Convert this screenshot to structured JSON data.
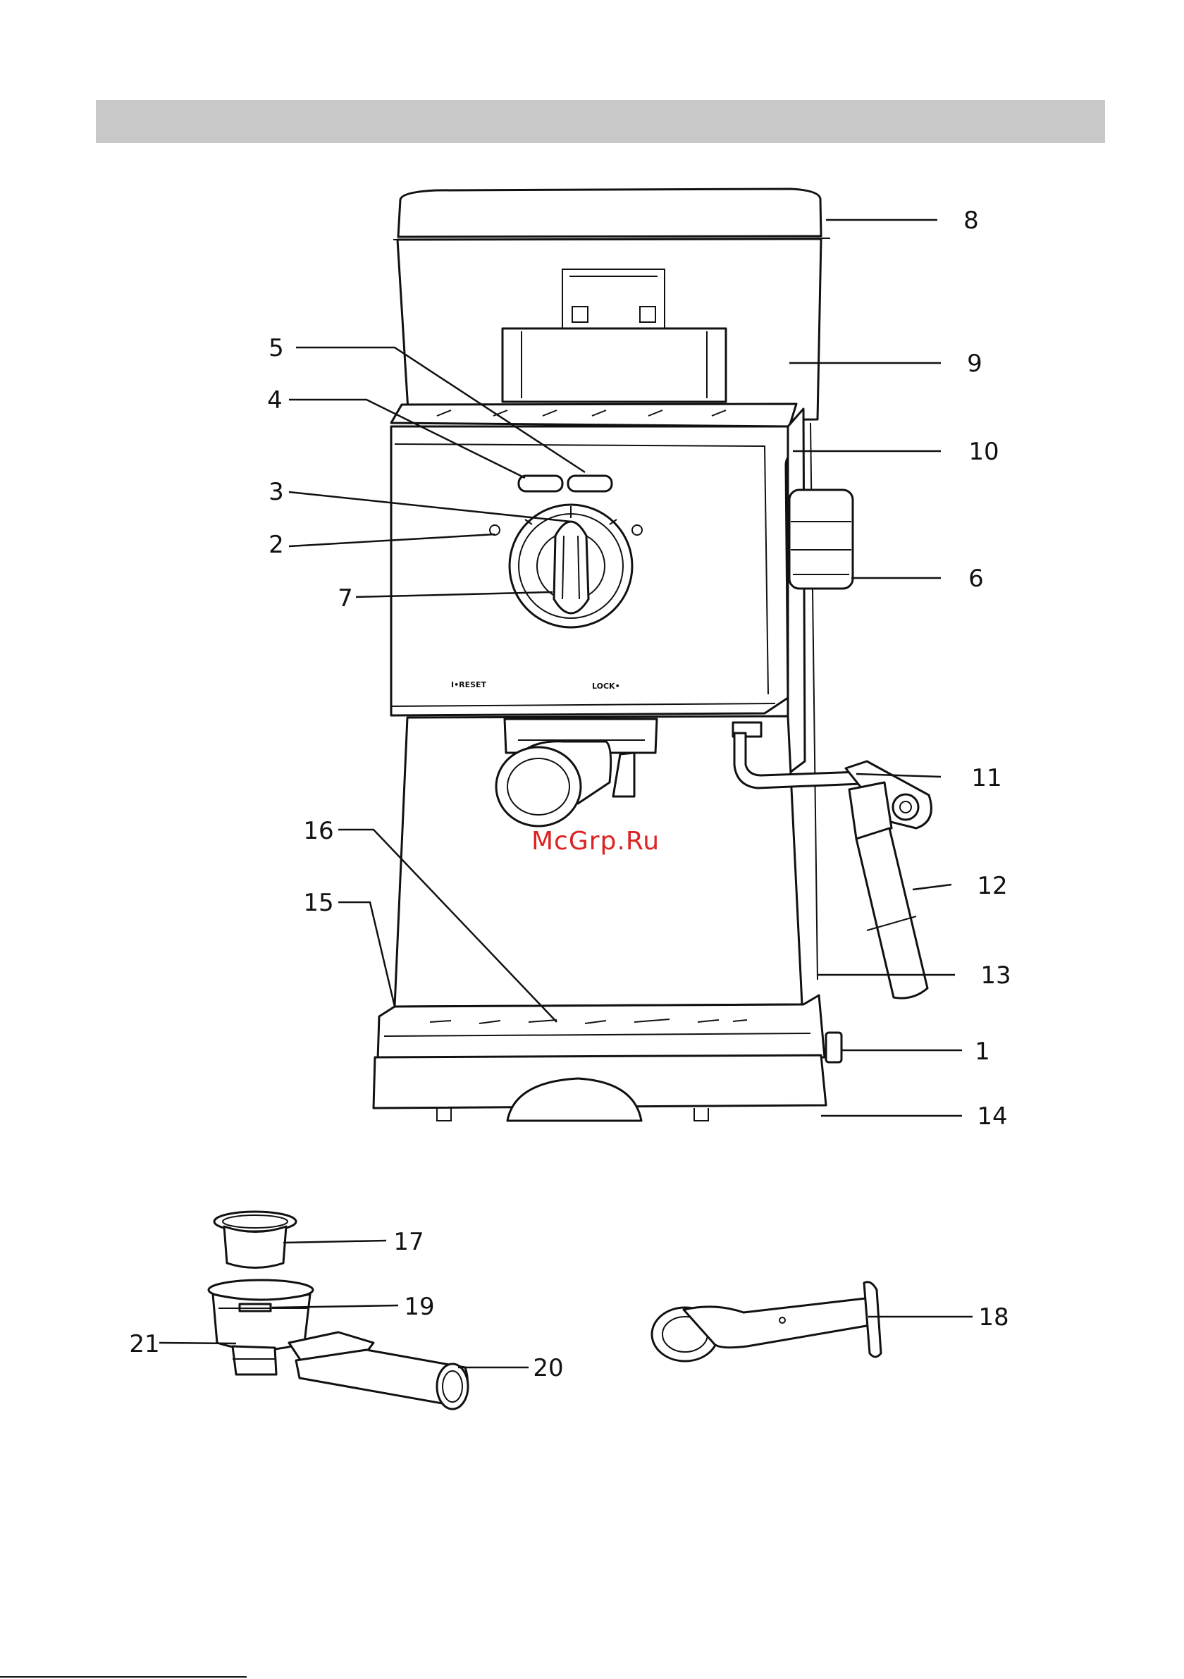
{
  "callouts": [
    "1",
    "2",
    "3",
    "4",
    "5",
    "6",
    "7",
    "8",
    "9",
    "10",
    "11",
    "12",
    "13",
    "14",
    "15",
    "16",
    "17",
    "18",
    "19",
    "20",
    "21"
  ],
  "panel_labels": {
    "left": "I•RESET",
    "right": "LOCK•"
  },
  "watermark": "McGrp.Ru"
}
